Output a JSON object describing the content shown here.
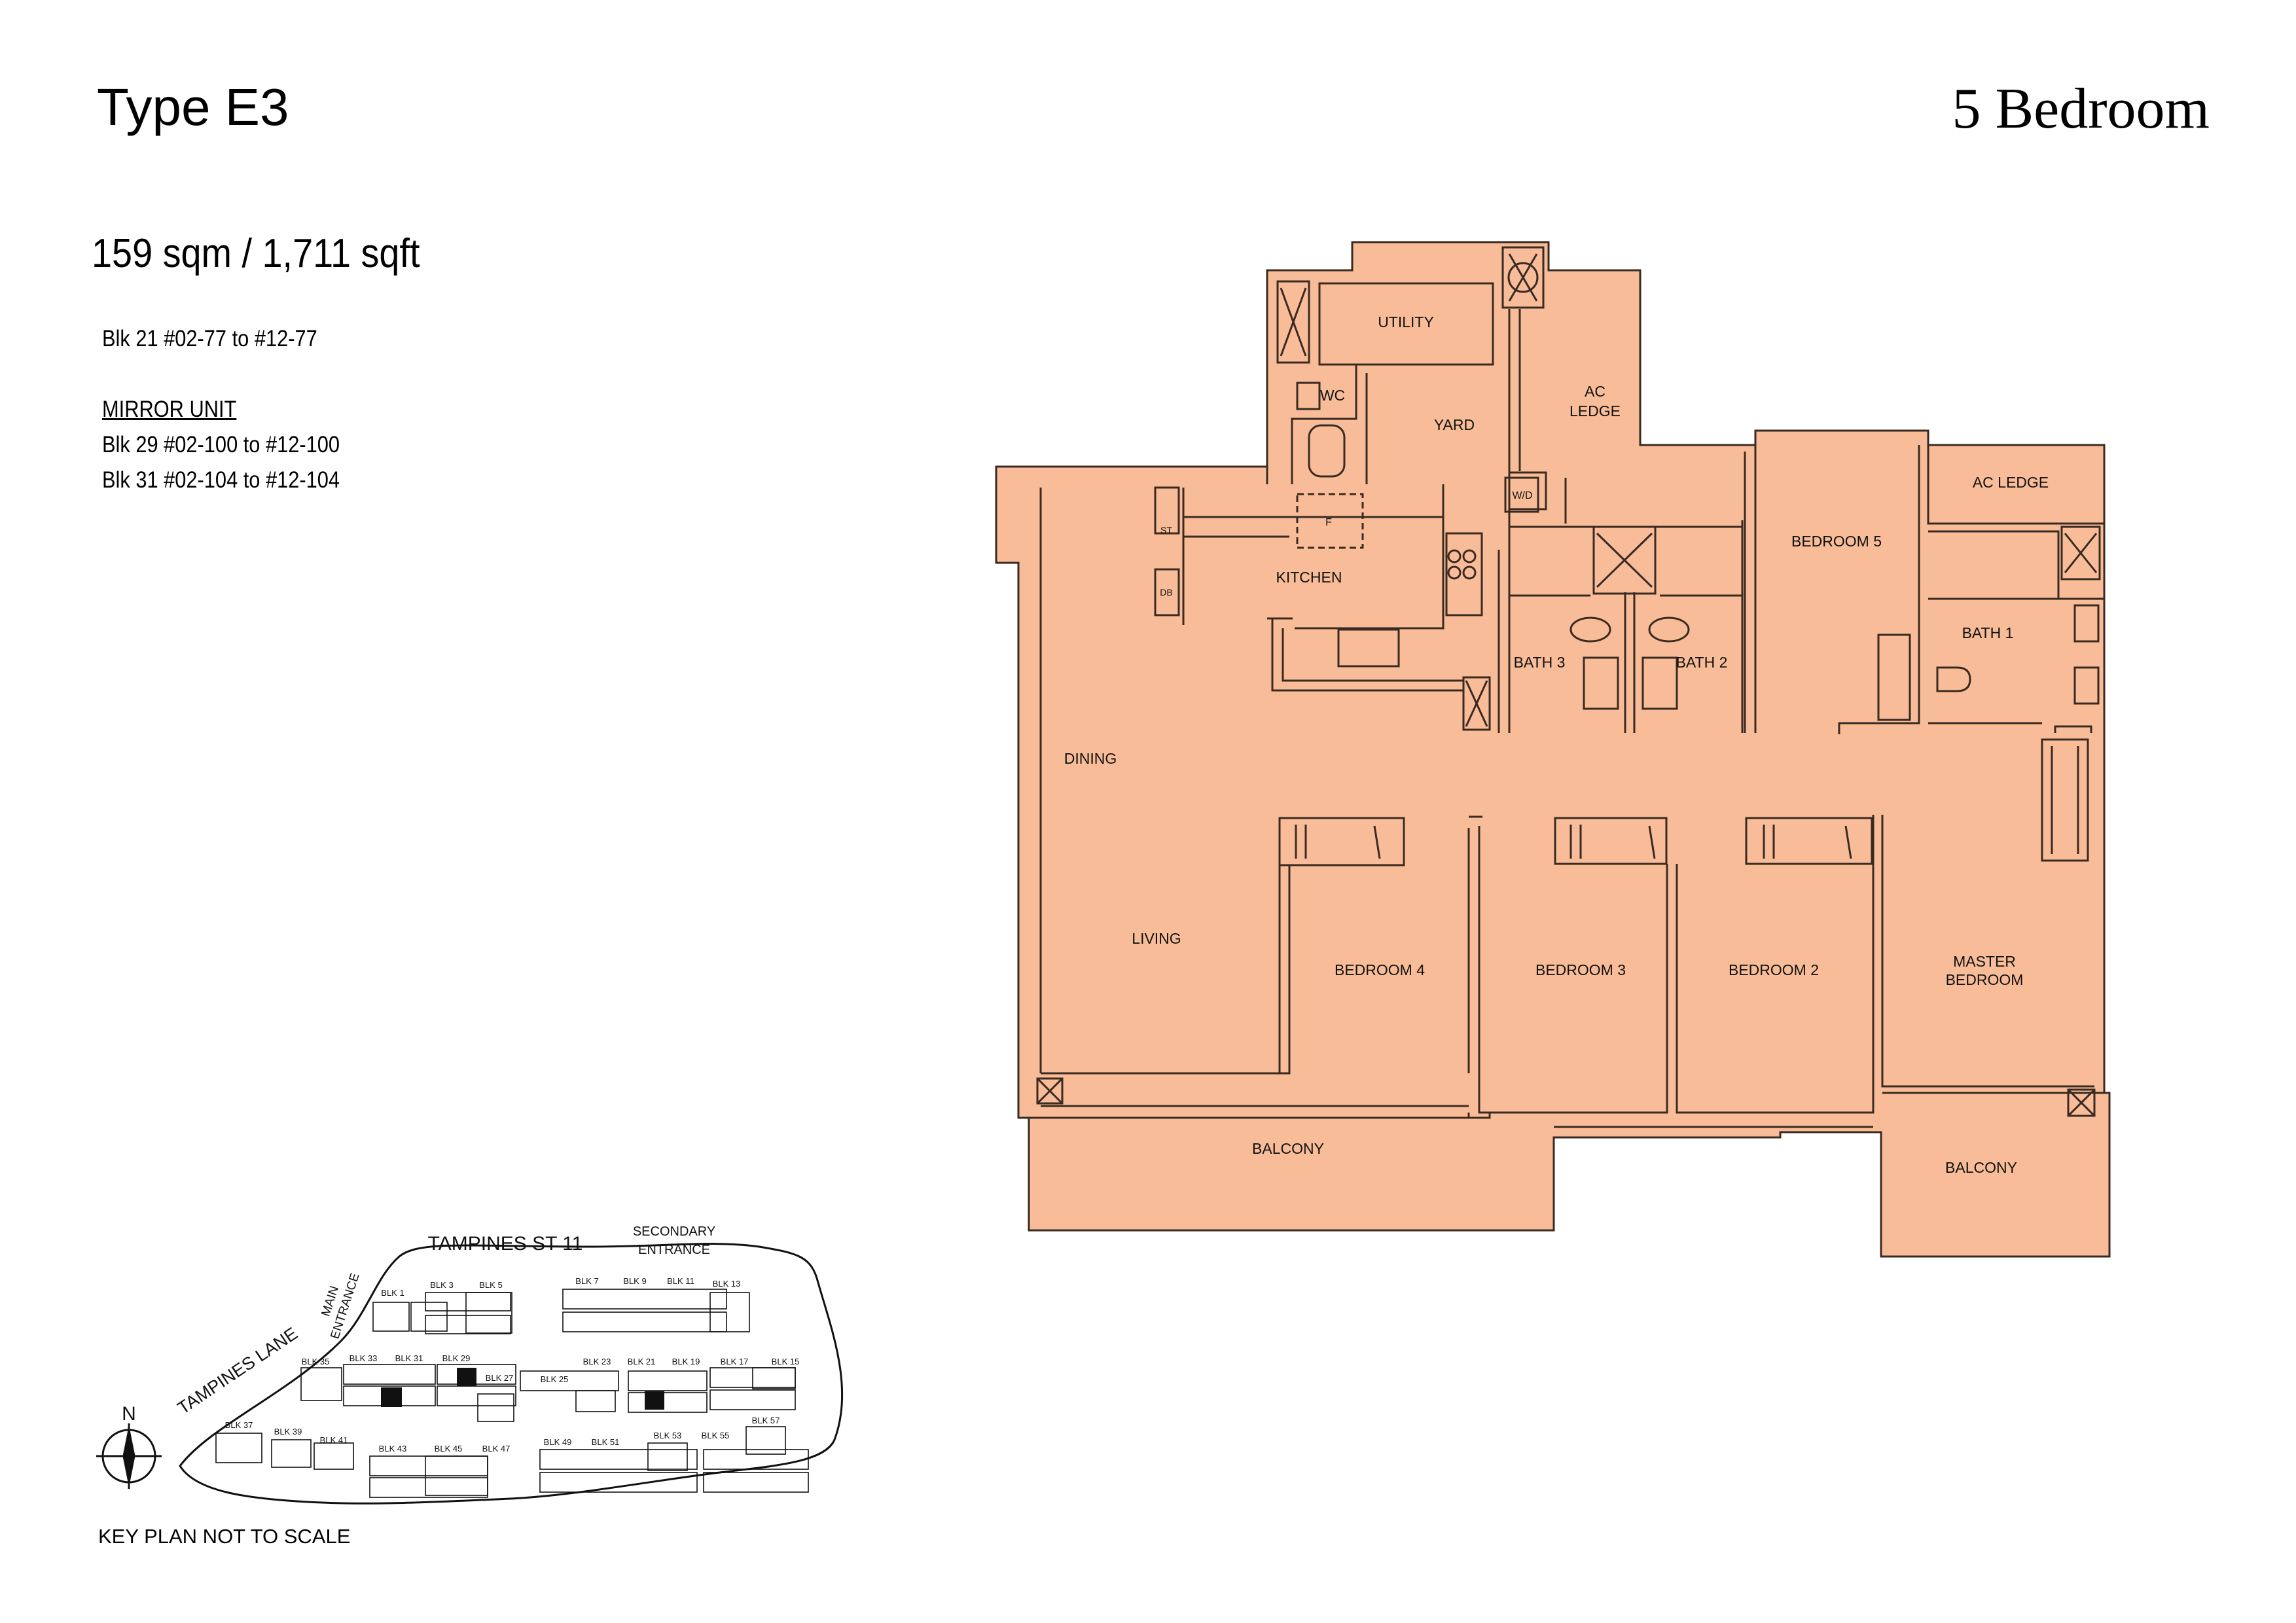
{
  "header": {
    "unit_type": "Type E3",
    "bedrooms": "5 Bedroom"
  },
  "unit_info": {
    "area": "159 sqm / 1,711 sqft",
    "block_line": "Blk 21  #02-77   to #12-77",
    "mirror_heading": "MIRROR UNIT",
    "mirror_lines": [
      "Blk 29  #02-100 to #12-100",
      "Blk 31  #02-104 to #12-104"
    ]
  },
  "rooms": {
    "utility": "UTILITY",
    "wc": "WC",
    "yard": "YARD",
    "ac_ledge_1": "AC",
    "ac_ledge_2": "LEDGE",
    "ac_ledge_right": "AC LEDGE",
    "wd": "W/D",
    "st": "ST",
    "db": "DB",
    "fridge": "F",
    "kitchen": "KITCHEN",
    "bath3": "BATH 3",
    "bath2": "BATH 2",
    "bath1": "BATH 1",
    "bedroom5": "BEDROOM 5",
    "dining": "DINING",
    "living": "LIVING",
    "bedroom4": "BEDROOM 4",
    "bedroom3": "BEDROOM 3",
    "bedroom2": "BEDROOM 2",
    "master_1": "MASTER",
    "master_2": "BEDROOM",
    "balcony_main": "BALCONY",
    "balcony_master": "BALCONY"
  },
  "key_plan": {
    "road_top": "TAMPINES ST 11",
    "secondary_1": "SECONDARY",
    "secondary_2": "ENTRANCE",
    "main_1": "MAIN",
    "main_2": "ENTRANCE",
    "road_left": "TAMPINES LANE",
    "north": "N",
    "note": "KEY PLAN NOT TO SCALE",
    "blocks": [
      "BLK 1",
      "BLK 3",
      "BLK 5",
      "BLK 7",
      "BLK 9",
      "BLK 11",
      "BLK 13",
      "BLK 35",
      "BLK 33",
      "BLK 31",
      "BLK 29",
      "BLK 27",
      "BLK 25",
      "BLK 23",
      "BLK 21",
      "BLK 19",
      "BLK 17",
      "BLK 15",
      "BLK 37",
      "BLK 39",
      "BLK 41",
      "BLK 43",
      "BLK 45",
      "BLK 47",
      "BLK 49",
      "BLK 51",
      "BLK 53",
      "BLK 55",
      "BLK 57"
    ]
  },
  "colors": {
    "floor_fill": "#f8bd98",
    "wall_stroke": "#3a2a22"
  }
}
